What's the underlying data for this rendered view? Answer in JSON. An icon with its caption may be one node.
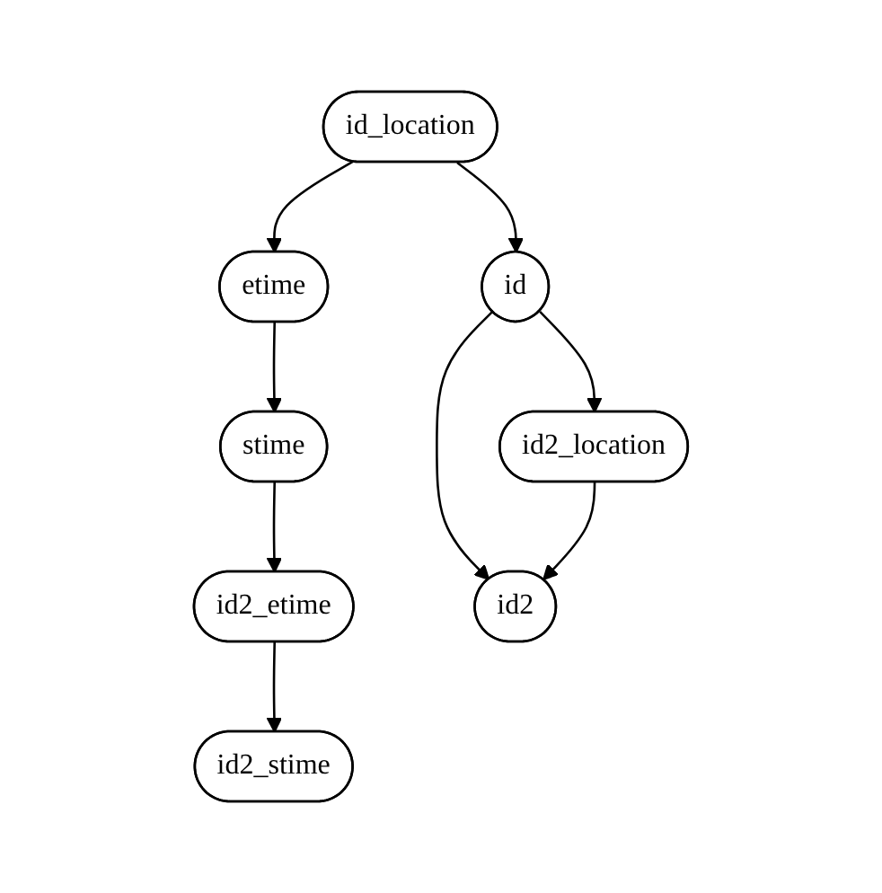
{
  "diagram": {
    "nodes": [
      {
        "text": [
          "id_location"
        ]
      },
      {
        "text": [
          "etime"
        ]
      },
      {
        "text": [
          "id"
        ]
      },
      {
        "text": [
          "stime"
        ]
      },
      {
        "text": [
          "id2_location"
        ]
      },
      {
        "text": [
          "id2_etime"
        ]
      },
      {
        "text": [
          "id2"
        ]
      },
      {
        "text": [
          "id2_stime"
        ]
      }
    ],
    "edges": [
      {
        "from": 0,
        "to": 1,
        "arrow": "to"
      },
      {
        "from": 0,
        "to": 2,
        "arrow": "to"
      },
      {
        "from": 1,
        "to": 3,
        "arrow": "to"
      },
      {
        "from": 2,
        "to": 4,
        "arrow": "to"
      },
      {
        "from": 2,
        "to": 6,
        "arrow": "to"
      },
      {
        "from": 3,
        "to": 5,
        "arrow": "to"
      },
      {
        "from": 4,
        "to": 6,
        "arrow": "to"
      },
      {
        "from": 5,
        "to": 7,
        "arrow": "to"
      }
    ]
  }
}
